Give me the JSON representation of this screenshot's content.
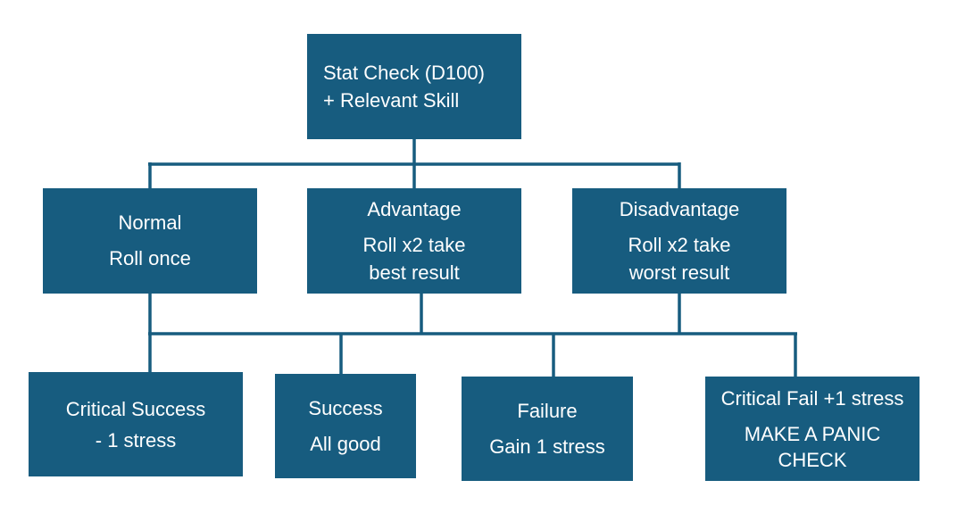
{
  "root": {
    "line1": "Stat Check (D100)",
    "line2": "+ Relevant Skill"
  },
  "roll_modes": [
    {
      "title": "Normal",
      "detail": [
        "Roll once"
      ]
    },
    {
      "title": "Advantage",
      "detail": [
        "Roll x2 take",
        "best result"
      ]
    },
    {
      "title": "Disadvantage",
      "detail": [
        "Roll x2 take",
        "worst result"
      ]
    }
  ],
  "outcomes": [
    {
      "title": "Critical Success",
      "detail": [
        "- 1 stress"
      ]
    },
    {
      "title": "Success",
      "detail": [
        "All good"
      ]
    },
    {
      "title": "Failure",
      "detail": [
        "Gain 1 stress"
      ]
    },
    {
      "title": "Critical Fail +1 stress",
      "detail": [
        "MAKE A PANIC",
        "CHECK"
      ]
    }
  ],
  "colors": {
    "box_fill": "#175c7f",
    "connector": "#175c7f",
    "text": "#ffffff",
    "background": "#ffffff"
  }
}
